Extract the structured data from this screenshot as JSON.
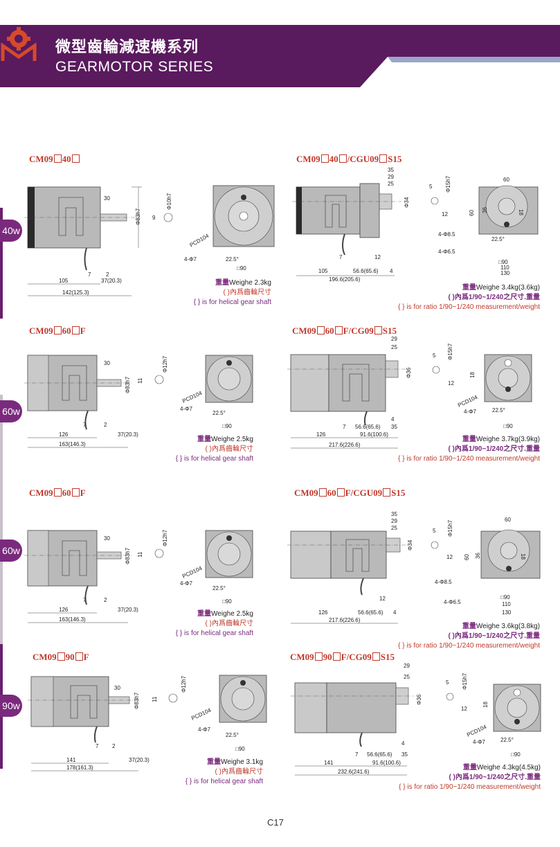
{
  "header": {
    "title_cn": "微型齒輪減速機系列",
    "title_en": "GEARMOTOR SERIES",
    "brand_color": "#5a1a5e"
  },
  "watt_tabs": [
    "40w",
    "60w",
    "60w",
    "90w"
  ],
  "sections": [
    {
      "left": {
        "model_parts": [
          "CM09",
          "40",
          ""
        ],
        "dims": {
          "shaft_len": "30",
          "shaft_dia": "Φ83h7",
          "key": "9",
          "keydia": "Φ10h7",
          "pcd": "PCD104",
          "hole": "4-Φ7",
          "angle": "22.5°",
          "square": "□90",
          "d7": "7",
          "d2": "2",
          "body": "105",
          "gap": "37(20.3)",
          "total": "142(125.3)"
        },
        "weight_cn": "重量",
        "weight_en": "Weighe 2.3kg",
        "paren_cn": "(    )內爲齒輪尺寸",
        "helical": "{ } is for helical gear shaft"
      },
      "right": {
        "model_parts": [
          "CM09",
          "40",
          "/CGU09",
          "S15"
        ],
        "dims": {
          "d35": "35",
          "d29": "29",
          "d25": "25",
          "shaft": "Φ34",
          "d5": "5",
          "d15": "Φ15h7",
          "d12": "12",
          "d60": "60",
          "d36": "36",
          "d18": "18",
          "d60v": "60",
          "h85": "4-Φ8.5",
          "h65": "4-Φ6.5",
          "angle": "22.5°",
          "sq": "□90",
          "d110": "110",
          "d130": "130",
          "d7": "7",
          "d12b": "12",
          "body": "105",
          "mid": "56.6(65.6)",
          "d4": "4",
          "total": "196.6(205.6)"
        },
        "weight_cn": "重量",
        "weight_en": "Weighe 3.4kg(3.6kg)",
        "ratio_cn": "(    )內爲1/90~1/240之尺寸.重量",
        "ratio_en": "{ } is for ratio 1/90~1/240 measurement/weight"
      }
    },
    {
      "left": {
        "model_parts": [
          "CM09",
          "60",
          "F"
        ],
        "dims": {
          "shaft_len": "30",
          "shaft_dia": "Φ83h7",
          "key": "11",
          "keydia": "Φ12h7",
          "pcd": "PCD104",
          "hole": "4-Φ7",
          "angle": "22.5°",
          "square": "□90",
          "d7": "7",
          "d2": "2",
          "body": "126",
          "gap": "37(20.3)",
          "total": "163(146.3)"
        },
        "weight_cn": "重量",
        "weight_en": "Weighe 2.5kg",
        "paren_cn": "(    )內爲齒輪尺寸",
        "helical": "{ } is for helical gear shaft"
      },
      "right": {
        "model_parts": [
          "CM09",
          "60",
          "F/CG09",
          "S15"
        ],
        "dims": {
          "d29": "29",
          "d25": "25",
          "shaft": "Φ36",
          "d5": "5",
          "d15": "Φ15h7",
          "d12": "12",
          "d18": "18",
          "pcd": "PCD104",
          "hole": "4-Φ7",
          "angle": "22.5°",
          "sq": "□90",
          "d7": "7",
          "mid": "56.6(65.6)",
          "d4": "4",
          "d35": "35",
          "body": "126",
          "mid2": "91.6(100.6)",
          "total": "217.6(226.6)"
        },
        "weight_cn": "重量",
        "weight_en": "Weighe 3.7kg(3.9kg)",
        "ratio_cn": "(    )內爲1/90~1/240之尺寸.重量",
        "ratio_en": "{ } is for ratio 1/90~1/240 measurement/weight"
      }
    },
    {
      "left": {
        "model_parts": [
          "CM09",
          "60",
          "F"
        ],
        "dims": {
          "shaft_len": "30",
          "shaft_dia": "Φ83h7",
          "key": "11",
          "keydia": "Φ12h7",
          "pcd": "PCD104",
          "hole": "4-Φ7",
          "angle": "22.5°",
          "square": "□90",
          "d7": "7",
          "d2": "2",
          "body": "126",
          "gap": "37(20.3)",
          "total": "163(146.3)"
        },
        "weight_cn": "重量",
        "weight_en": "Weighe 2.5kg",
        "paren_cn": "(    )內爲齒輪尺寸",
        "helical": "{ } is for helical gear shaft"
      },
      "right": {
        "model_parts": [
          "CM09",
          "60",
          "F/CGU09",
          "S15"
        ],
        "dims": {
          "d35": "35",
          "d29": "29",
          "d25": "25",
          "shaft": "Φ34",
          "d5": "5",
          "d15": "Φ15h7",
          "d12": "12",
          "d60": "60",
          "d36": "36",
          "d18": "18",
          "d60v": "60",
          "h85": "4-Φ8.5",
          "h65": "4-Φ6.5",
          "sq": "□90",
          "d110": "110",
          "d130": "130",
          "d12b": "12",
          "body": "126",
          "mid": "56.6(65.6)",
          "d4": "4",
          "total": "217.6(226.6)"
        },
        "weight_cn": "重量",
        "weight_en": "Weighe 3.6kg(3.8kg)",
        "ratio_cn": "(    )內爲1/90~1/240之尺寸.重量",
        "ratio_en": "{ } is for ratio 1/90~1/240 measurement/weight"
      }
    },
    {
      "left": {
        "model_parts": [
          "CM09",
          "90",
          "F"
        ],
        "dims": {
          "shaft_len": "30",
          "shaft_dia": "Φ83h7",
          "key": "11",
          "keydia": "Φ12h7",
          "pcd": "PCD104",
          "hole": "4-Φ7",
          "angle": "22.5°",
          "square": "□90",
          "d7": "7",
          "d2": "2",
          "body": "141",
          "gap": "37(20.3)",
          "total": "178(161.3)"
        },
        "weight_cn": "重量",
        "weight_en": "Weighe 3.1kg",
        "paren_cn": "(    )內爲齒輪尺寸",
        "helical": "{ } is for helical gear shaft"
      },
      "right": {
        "model_parts": [
          "CM09",
          "90",
          "F/CG09",
          "S15"
        ],
        "dims": {
          "d29": "29",
          "d25": "25",
          "shaft": "Φ36",
          "d5": "5",
          "d15": "Φ15h7",
          "d12": "12",
          "d18": "18",
          "pcd": "PCD104",
          "hole": "4-Φ7",
          "angle": "22.5°",
          "sq": "□90",
          "d7": "7",
          "mid": "56.6(65.6)",
          "d4": "4",
          "d35": "35",
          "body": "141",
          "mid2": "91.6(100.6)",
          "total": "232.6(241.6)"
        },
        "weight_cn": "重量",
        "weight_en": "Weighe 4.3kg(4.5kg)",
        "ratio_cn": "(    )內爲1/90~1/240之尺寸.重量",
        "ratio_en": "{ } is for ratio 1/90~1/240 measurement/weight"
      }
    }
  ],
  "page_number": "C17"
}
